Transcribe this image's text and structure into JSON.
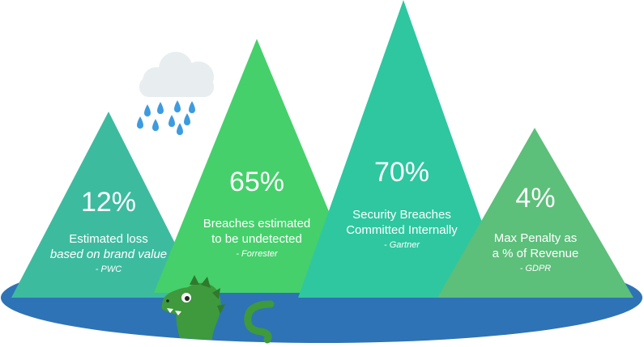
{
  "colors": {
    "lake": "#2e73b5",
    "cloud": "#e8edf0",
    "rain": "#3d9be0",
    "monster": "#3e9a3c",
    "monster_dark": "#2f7a2d",
    "mountain1": "#3dbb9f",
    "mountain2": "#45d06b",
    "mountain3": "#2ec7a0",
    "mountain4": "#5cbf7a"
  },
  "icons": [
    "cloud-icon",
    "raindrop-icon",
    "lake-monster-icon"
  ],
  "stats": [
    {
      "value": "12%",
      "lines": [
        "Estimated loss",
        "based on brand value"
      ],
      "source": "- PWC"
    },
    {
      "value": "65%",
      "lines": [
        "Breaches estimated",
        "to be undetected"
      ],
      "source": "- Forrester"
    },
    {
      "value": "70%",
      "lines": [
        "Security Breaches",
        "Committed Internally"
      ],
      "source": "- Gartner"
    },
    {
      "value": "4%",
      "lines": [
        "Max Penalty as",
        "a % of Revenue"
      ],
      "source": "- GDPR"
    }
  ]
}
